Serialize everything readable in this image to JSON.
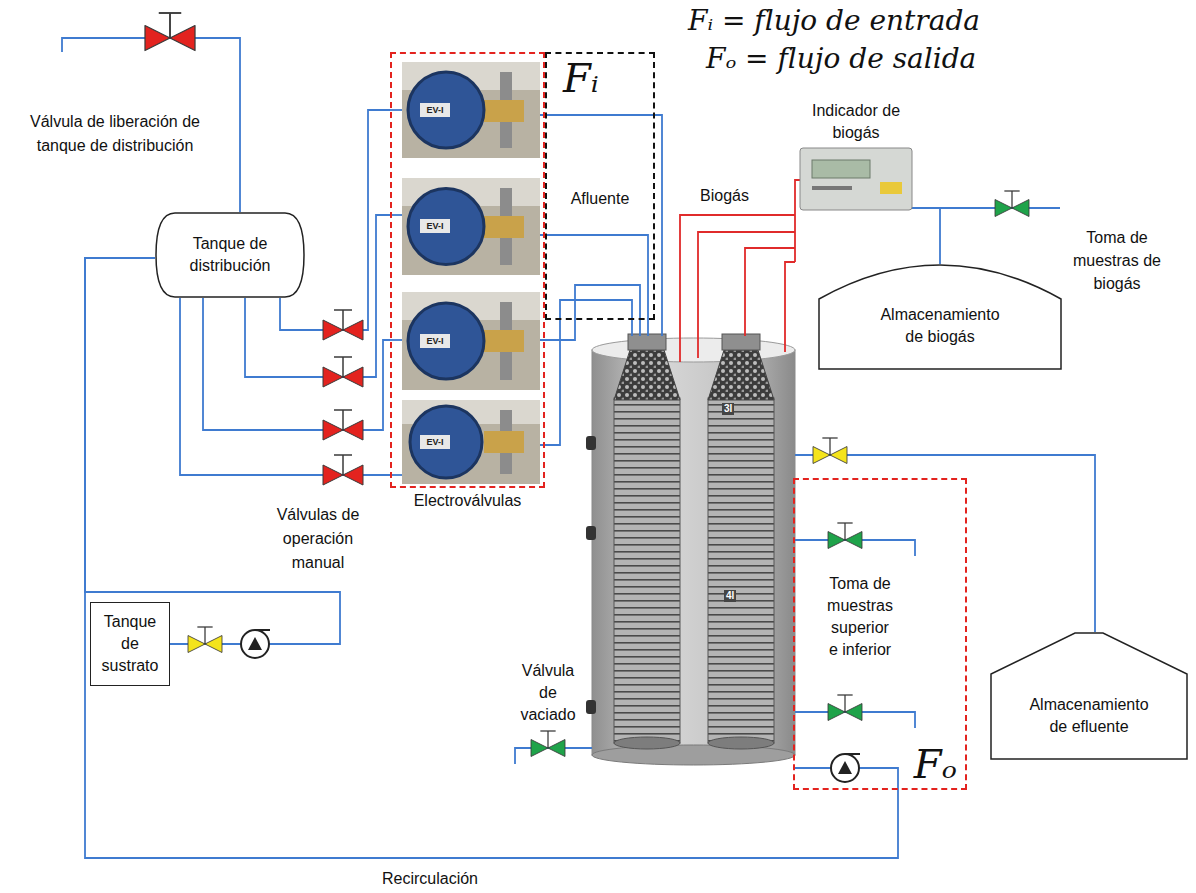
{
  "diagram": {
    "nodes": [
      {
        "text": [
          "Tanque de distribución"
        ]
      },
      {
        "text": [
          "Electroválvulas"
        ]
      },
      {
        "text": [
          "Fᵢ",
          "Afluente"
        ]
      },
      {
        "text": [
          "Indicador de biogás"
        ]
      },
      {
        "text": [
          "Almacenamiento de biogás"
        ]
      },
      {
        "text": [
          "Toma de muestras superior e inferior",
          "Fₒ"
        ]
      },
      {
        "text": [
          "Almacenamiento de efluente"
        ]
      },
      {
        "text": [
          "Tanque de sustrato"
        ]
      }
    ],
    "edges": [
      {
        "from": 7,
        "to": 0,
        "arrow": "none"
      },
      {
        "from": 0,
        "to": 1,
        "arrow": "none"
      },
      {
        "from": 0,
        "to": 1,
        "arrow": "none"
      },
      {
        "from": 0,
        "to": 1,
        "arrow": "none"
      },
      {
        "from": 0,
        "to": 1,
        "arrow": "none"
      },
      {
        "from": 3,
        "to": 4,
        "arrow": "none"
      },
      {
        "from": 5,
        "to": 0,
        "label": "Recirculación",
        "arrow": "none"
      }
    ],
    "labels": [
      "Fᵢ = flujo de entrada",
      "Fₒ = flujo de salida",
      "Válvula de liberación de tanque de distribución",
      "Válvulas de operación manual",
      "Biogás",
      "Toma de muestras de biogás",
      "Válvula de vaciado",
      "3l",
      "4l",
      "EV-I",
      "EV-I",
      "EV-I",
      "EV-I"
    ]
  }
}
